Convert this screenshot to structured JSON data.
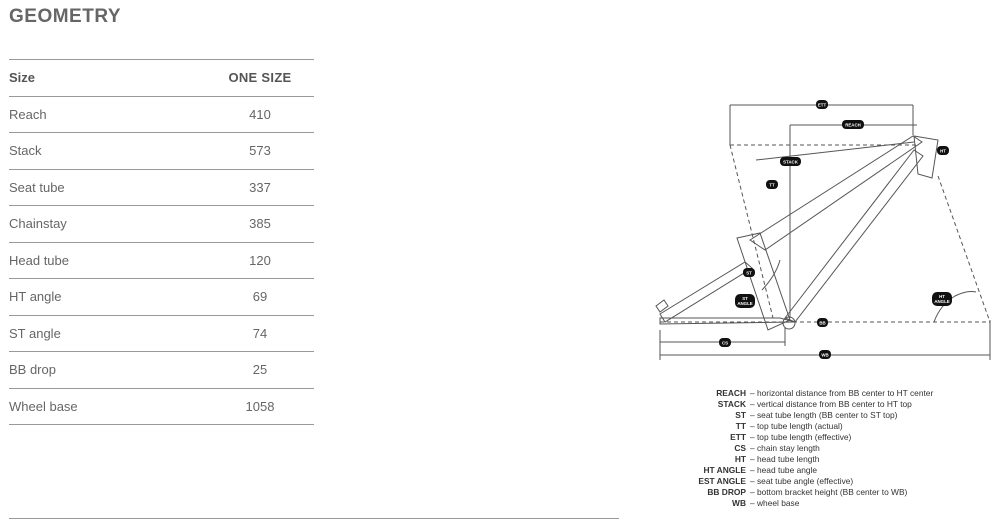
{
  "title": "GEOMETRY",
  "table": {
    "header": {
      "label": "Size",
      "value": "ONE SIZE"
    },
    "rows": [
      {
        "label": "Reach",
        "value": "410"
      },
      {
        "label": "Stack",
        "value": "573"
      },
      {
        "label": "Seat tube",
        "value": "337"
      },
      {
        "label": "Chainstay",
        "value": "385"
      },
      {
        "label": "Head tube",
        "value": "120"
      },
      {
        "label": "HT angle",
        "value": "69"
      },
      {
        "label": "ST angle",
        "value": "74"
      },
      {
        "label": "BB drop",
        "value": "25"
      },
      {
        "label": "Wheel base",
        "value": "1058"
      }
    ]
  },
  "diagram_labels": {
    "ett": "ETT",
    "reach": "REACH",
    "stack": "STACK",
    "tt": "TT",
    "ht": "HT",
    "st": "ST",
    "st_angle_1": "ST",
    "st_angle_2": "ANGLE",
    "ht_angle_1": "HT",
    "ht_angle_2": "ANGLE",
    "bb": "BB",
    "cs": "CS",
    "wb": "WB"
  },
  "legend": [
    {
      "abbr": "REACH",
      "desc": "– horizontal distance from BB center to HT center"
    },
    {
      "abbr": "STACK",
      "desc": "– vertical distance from BB center to HT top"
    },
    {
      "abbr": "ST",
      "desc": "– seat tube length (BB center to ST top)"
    },
    {
      "abbr": "TT",
      "desc": "– top tube length (actual)"
    },
    {
      "abbr": "ETT",
      "desc": "– top tube length (effective)"
    },
    {
      "abbr": "CS",
      "desc": "– chain stay length"
    },
    {
      "abbr": "HT",
      "desc": "– head tube length"
    },
    {
      "abbr": "HT ANGLE",
      "desc": "– head tube angle"
    },
    {
      "abbr": "EST ANGLE",
      "desc": "– seat tube angle (effective)"
    },
    {
      "abbr": "BB DROP",
      "desc": "– bottom bracket height (BB center to WB)"
    },
    {
      "abbr": "WB",
      "desc": "– wheel base"
    }
  ]
}
